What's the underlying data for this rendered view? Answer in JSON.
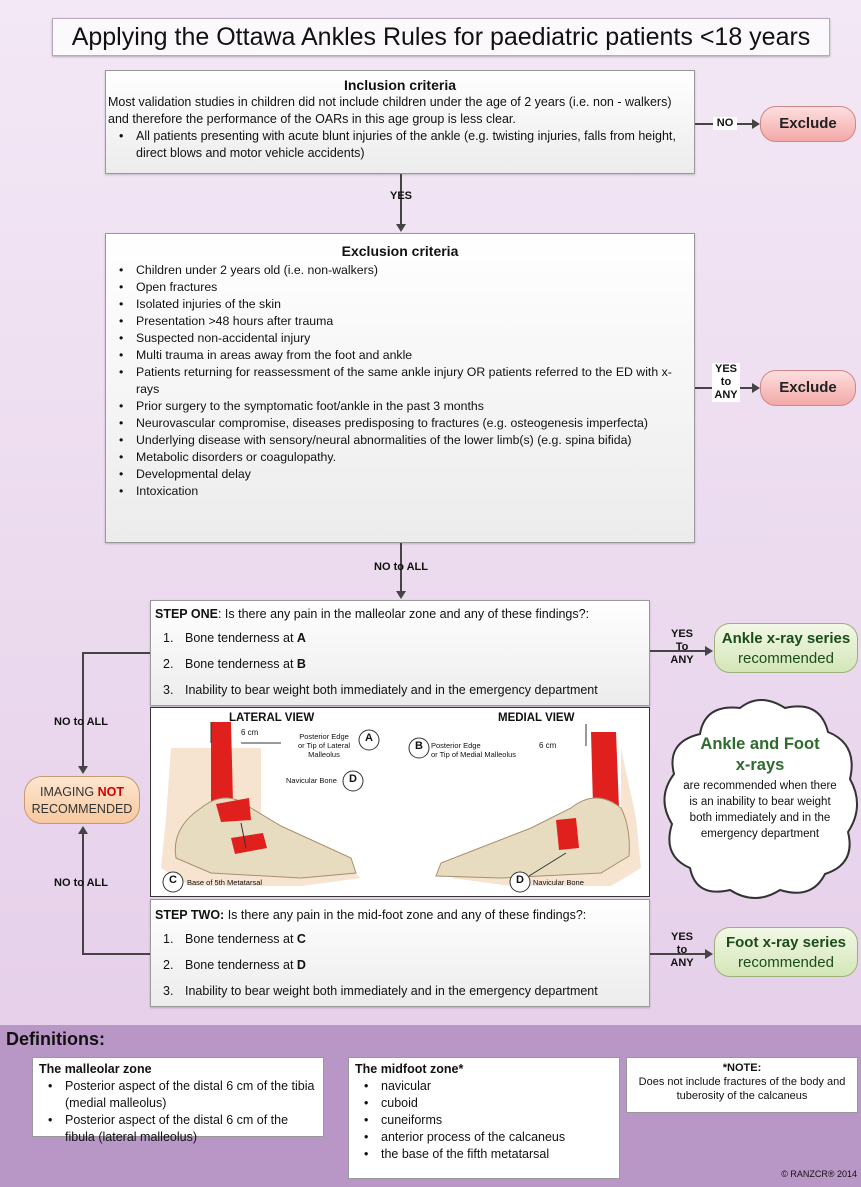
{
  "title": "Applying the Ottawa Ankles Rules for paediatric patients <18 years",
  "inclusion": {
    "heading": "Inclusion criteria",
    "text": "Most validation studies in children did not include children under the age of 2 years (i.e. non - walkers) and therefore the performance of the OARs in this age group is less clear.",
    "bullet": "All patients presenting with acute blunt injuries of the ankle (e.g. twisting injuries, falls from height, direct blows and motor vehicle accidents)",
    "no_label": "NO",
    "exclude_label": "Exclude",
    "yes_label": "YES"
  },
  "exclusion": {
    "heading": "Exclusion criteria",
    "items": [
      "Children under 2 years old (i.e. non-walkers)",
      "Open fractures",
      "Isolated injuries of the skin",
      "Presentation >48 hours after trauma",
      "Suspected non-accidental injury",
      "Multi trauma in areas away from the foot and ankle",
      "Patients returning for reassessment of the same ankle injury OR patients referred to the ED with x-rays",
      "Prior surgery to the symptomatic foot/ankle in the past 3 months",
      "Neurovascular compromise, diseases predisposing to fractures (e.g. osteogenesis imperfecta)",
      "Underlying disease with sensory/neural abnormalities of the lower limb(s) (e.g. spina bifida)",
      "Metabolic disorders or coagulopathy.",
      "Developmental delay",
      "Intoxication"
    ],
    "yes_to_any": [
      "YES",
      "to",
      "ANY"
    ],
    "exclude_label": "Exclude",
    "no_to_all": "NO to ALL"
  },
  "step_one": {
    "lead_bold": "STEP ONE",
    "lead_rest": ": Is there any pain in the malleolar zone and any of these findings?:",
    "items": [
      {
        "num": "1.",
        "text": "Bone tenderness at ",
        "bold": "A"
      },
      {
        "num": "2.",
        "text": "Bone tenderness at ",
        "bold": "B"
      },
      {
        "num": "3.",
        "text": "Inability to bear weight both immediately and in the emergency department",
        "bold": ""
      }
    ],
    "yes_to_any": [
      "YES",
      "To",
      "ANY"
    ],
    "result_line1": "Ankle x-ray series",
    "result_line2": "recommended"
  },
  "figure": {
    "lateral_title": "LATERAL VIEW",
    "medial_title": "MEDIAL VIEW",
    "label_a": "A",
    "label_b": "B",
    "label_c": "C",
    "label_d": "D",
    "lat_6cm": "6 cm",
    "lat_edge1": "Posterior Edge",
    "lat_edge2": "or Tip of Lateral Malleolus",
    "med_6cm": "6 cm",
    "med_edge1": "Posterior Edge",
    "med_edge2": "or Tip of Medial Malleolus",
    "navicular_lat": "Navicular Bone",
    "base5": "Base of 5th Metatarsal",
    "navicular_med": "Navicular Bone"
  },
  "side_left": {
    "no_to_all_top": "NO to ALL",
    "imaging_1": "IMAGING ",
    "imaging_not": "NOT",
    "imaging_2": "RECOMMENDED",
    "no_to_all_bottom": "NO to ALL"
  },
  "cloud": {
    "title1": "Ankle and Foot",
    "title2": "x-rays",
    "body": "are recommended when there is an inability to bear weight both immediately and in the emergency department"
  },
  "step_two": {
    "lead_bold": "STEP TWO:",
    "lead_rest": " Is there any pain in the mid-foot zone and any of these findings?:",
    "items": [
      {
        "num": "1.",
        "text": "Bone tenderness at ",
        "bold": "C"
      },
      {
        "num": "2.",
        "text": "Bone tenderness at ",
        "bold": "D"
      },
      {
        "num": "3.",
        "text": "Inability to bear weight both immediately and in the emergency department",
        "bold": ""
      }
    ],
    "yes_to_any": [
      "YES",
      "to",
      "ANY"
    ],
    "result_line1": "Foot x-ray series",
    "result_line2": "recommended"
  },
  "definitions": {
    "heading": "Definitions:",
    "malleolar": {
      "title": "The malleolar zone",
      "items": [
        "Posterior aspect of the distal 6 cm of the tibia (medial malleolus)",
        "Posterior aspect of the distal 6 cm of the fibula (lateral malleolus)"
      ]
    },
    "midfoot": {
      "title": "The midfoot zone*",
      "items": [
        "navicular",
        "cuboid",
        "cuneiforms",
        "anterior process of the calcaneus",
        "the base of the fifth metatarsal"
      ]
    },
    "note": {
      "title": "*NOTE:",
      "text": "Does not include fractures of the body and tuberosity of the calcaneus"
    },
    "copyright": "© RANZCR® 2014"
  },
  "colors": {
    "exclude_fill": "#f3a9a8",
    "result_fill": "#d4e6b8",
    "imaging_fill": "#f7c9a0",
    "not_text": "#d10000",
    "definitions_band": "#b896c6"
  }
}
